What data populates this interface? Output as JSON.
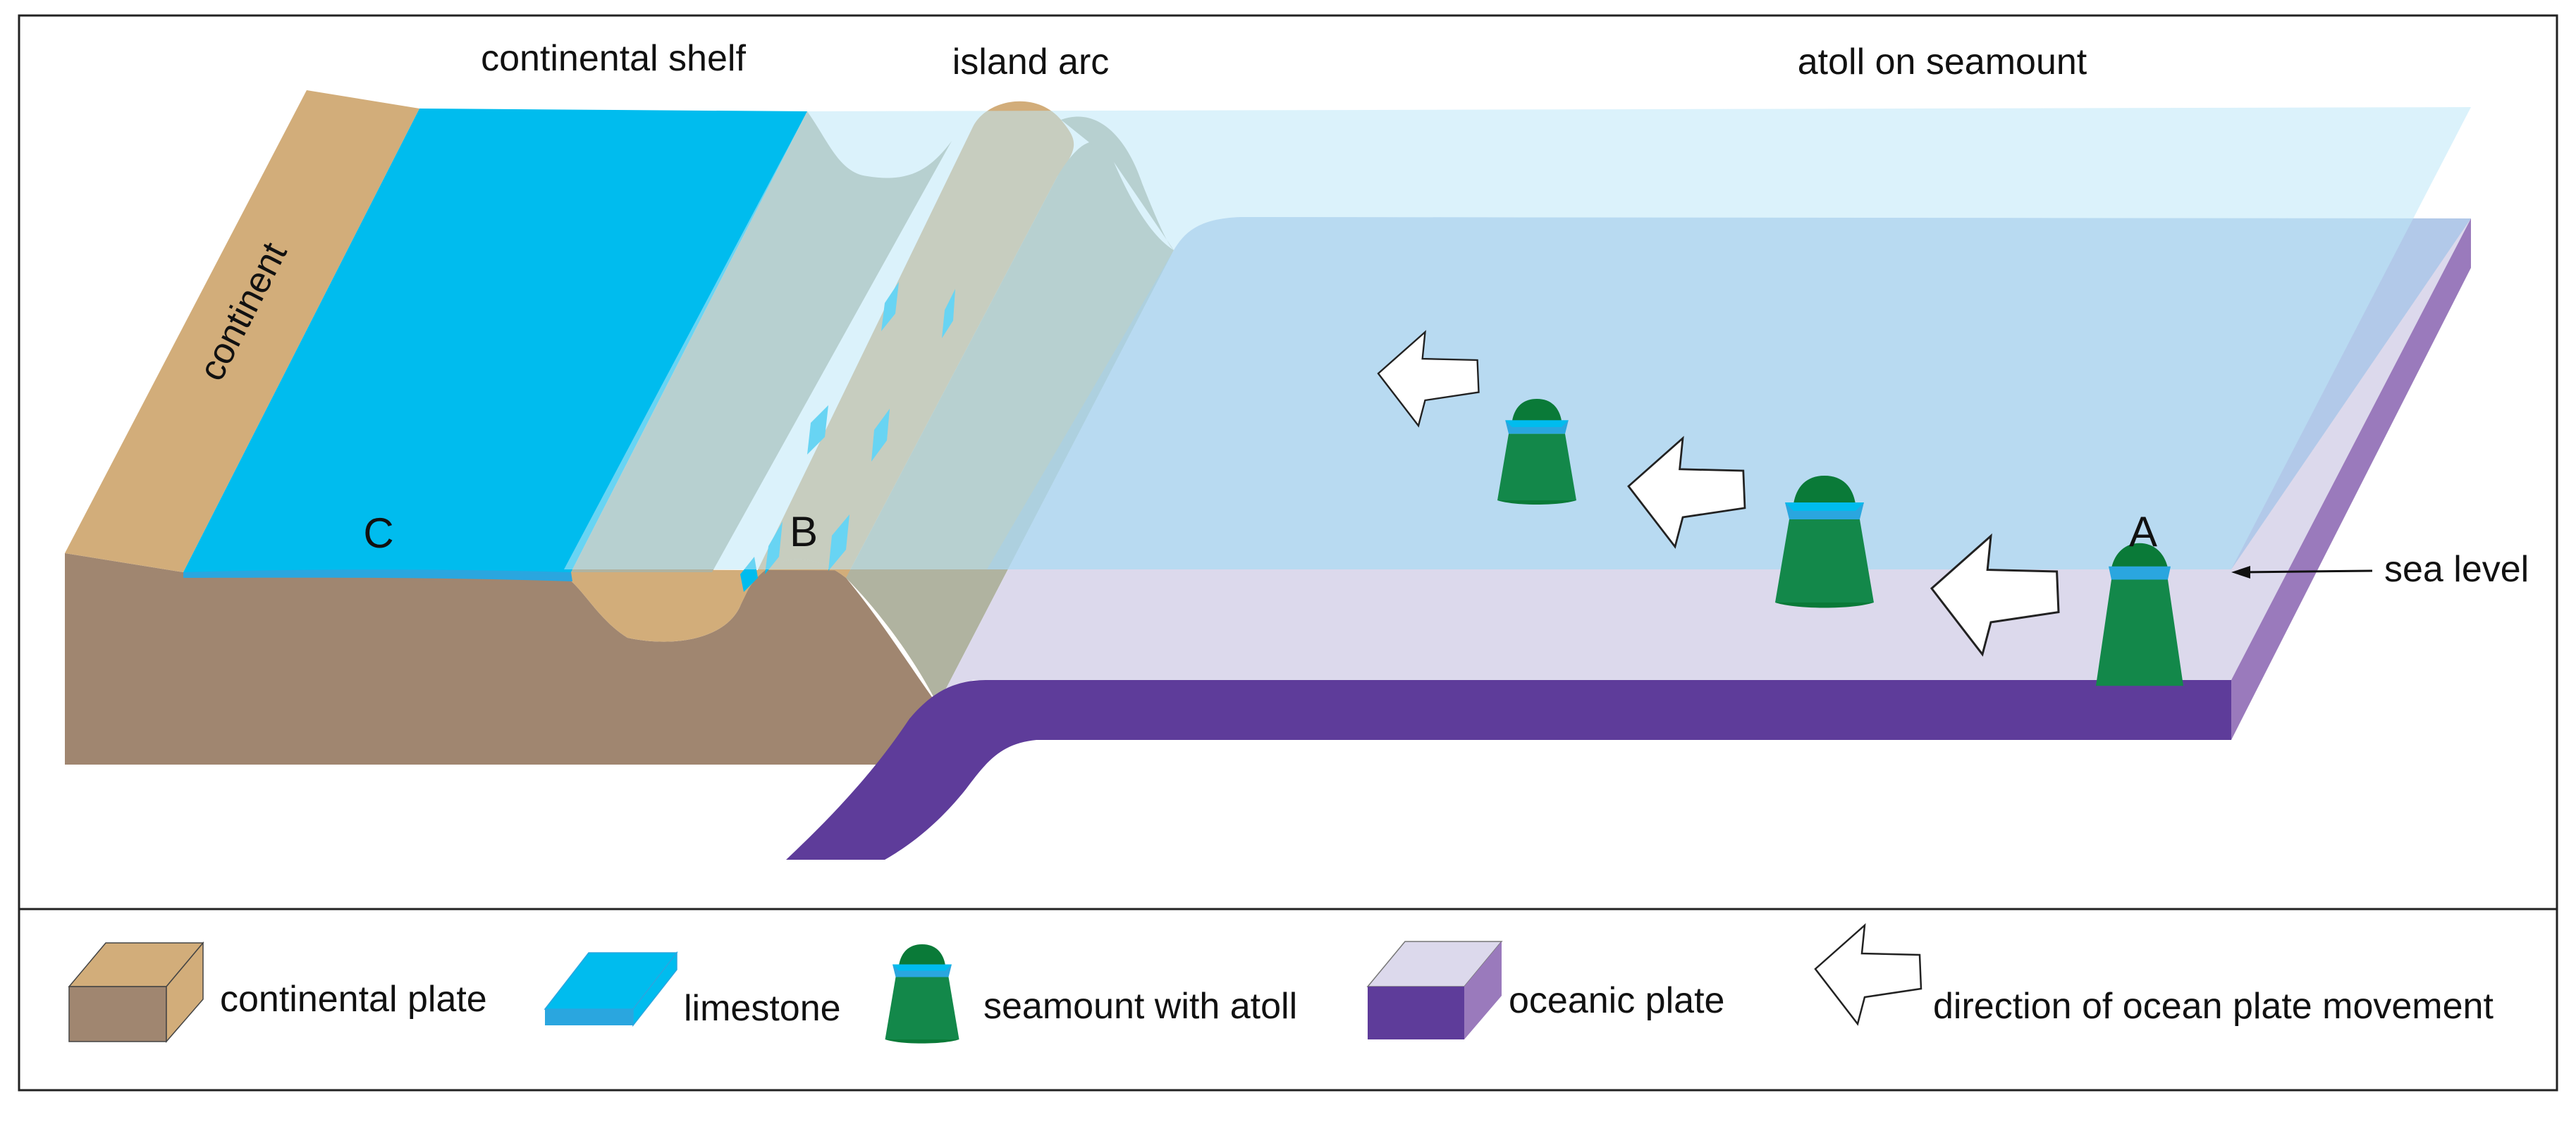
{
  "labels": {
    "continental_shelf": "continental shelf",
    "island_arc": "island arc",
    "atoll_on_seamount": "atoll on seamount",
    "continent": "continent",
    "sea_level": "sea level",
    "point_a": "A",
    "point_b": "B",
    "point_c": "C"
  },
  "legend": [
    {
      "key": "continental_plate",
      "label": "continental plate"
    },
    {
      "key": "limestone",
      "label": "limestone"
    },
    {
      "key": "seamount",
      "label": "seamount with atoll"
    },
    {
      "key": "oceanic_plate",
      "label": "oceanic plate"
    },
    {
      "key": "direction",
      "label": "direction of ocean plate movement"
    }
  ],
  "colors": {
    "continent_top": "#d2ad7a",
    "continent_side": "#a08670",
    "limestone": "#00bcee",
    "limestone_dark": "#2aa6df",
    "island_arc_slope": "#b0b3a0",
    "sea_surface": "#cdeef8",
    "sea_water": "#afd2ee",
    "oceanic_top": "#dcd9ec",
    "oceanic_side": "#9a7abc",
    "oceanic_front": "#5e3c9a",
    "seamount": "#13884a",
    "seamount_dark": "#0a7a38"
  },
  "icons": {
    "arrow": "hollow-arrow-icon",
    "block": "block-icon",
    "seamount": "seamount-icon"
  }
}
